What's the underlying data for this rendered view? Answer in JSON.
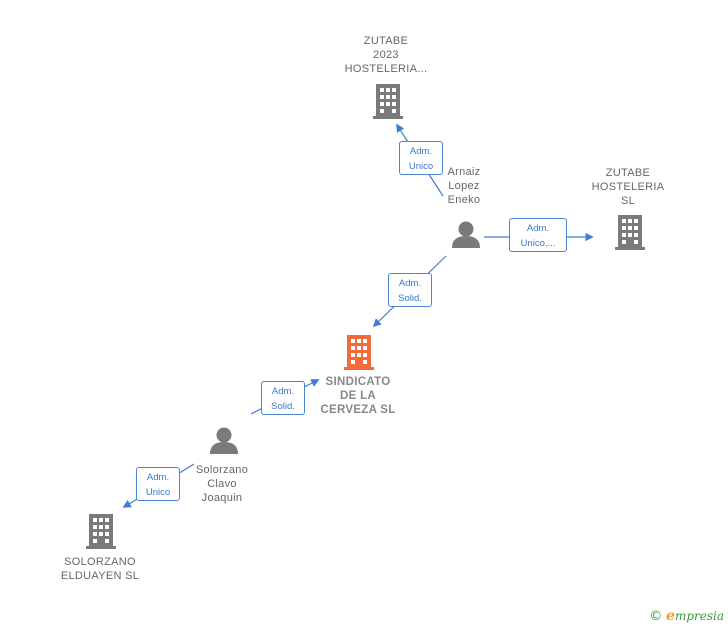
{
  "colors": {
    "edge": "#3a7fd5",
    "company": "#7a7a7a",
    "company_main": "#f26b3a",
    "person": "#7a7a7a"
  },
  "nodes": {
    "zutabe2023": {
      "label": "ZUTABE\n2023\nHOSTELERIA...",
      "icon": "building-icon"
    },
    "arnaiz": {
      "label": "Arnaiz\nLopez\nEneko",
      "icon": "person-icon"
    },
    "zutabe": {
      "label": "ZUTABE\nHOSTELERIA\nSL",
      "icon": "building-icon"
    },
    "sindicato": {
      "label": "SINDICATO\nDE LA\nCERVEZA  SL",
      "icon": "building-icon"
    },
    "solorzano_person": {
      "label": "Solorzano\nClavo\nJoaquin",
      "icon": "person-icon"
    },
    "solorzano_company": {
      "label": "SOLORZANO\nELDUAYEN  SL",
      "icon": "building-icon"
    }
  },
  "edges": [
    {
      "label": "Adm.\nUnico"
    },
    {
      "label": "Adm.\nUnico,..."
    },
    {
      "label": "Adm.\nSolid."
    },
    {
      "label": "Adm.\nSolid."
    },
    {
      "label": "Adm.\nUnico"
    }
  ],
  "brand": {
    "copyright": "©",
    "name_initial": "e",
    "name_rest": "mpresia"
  }
}
